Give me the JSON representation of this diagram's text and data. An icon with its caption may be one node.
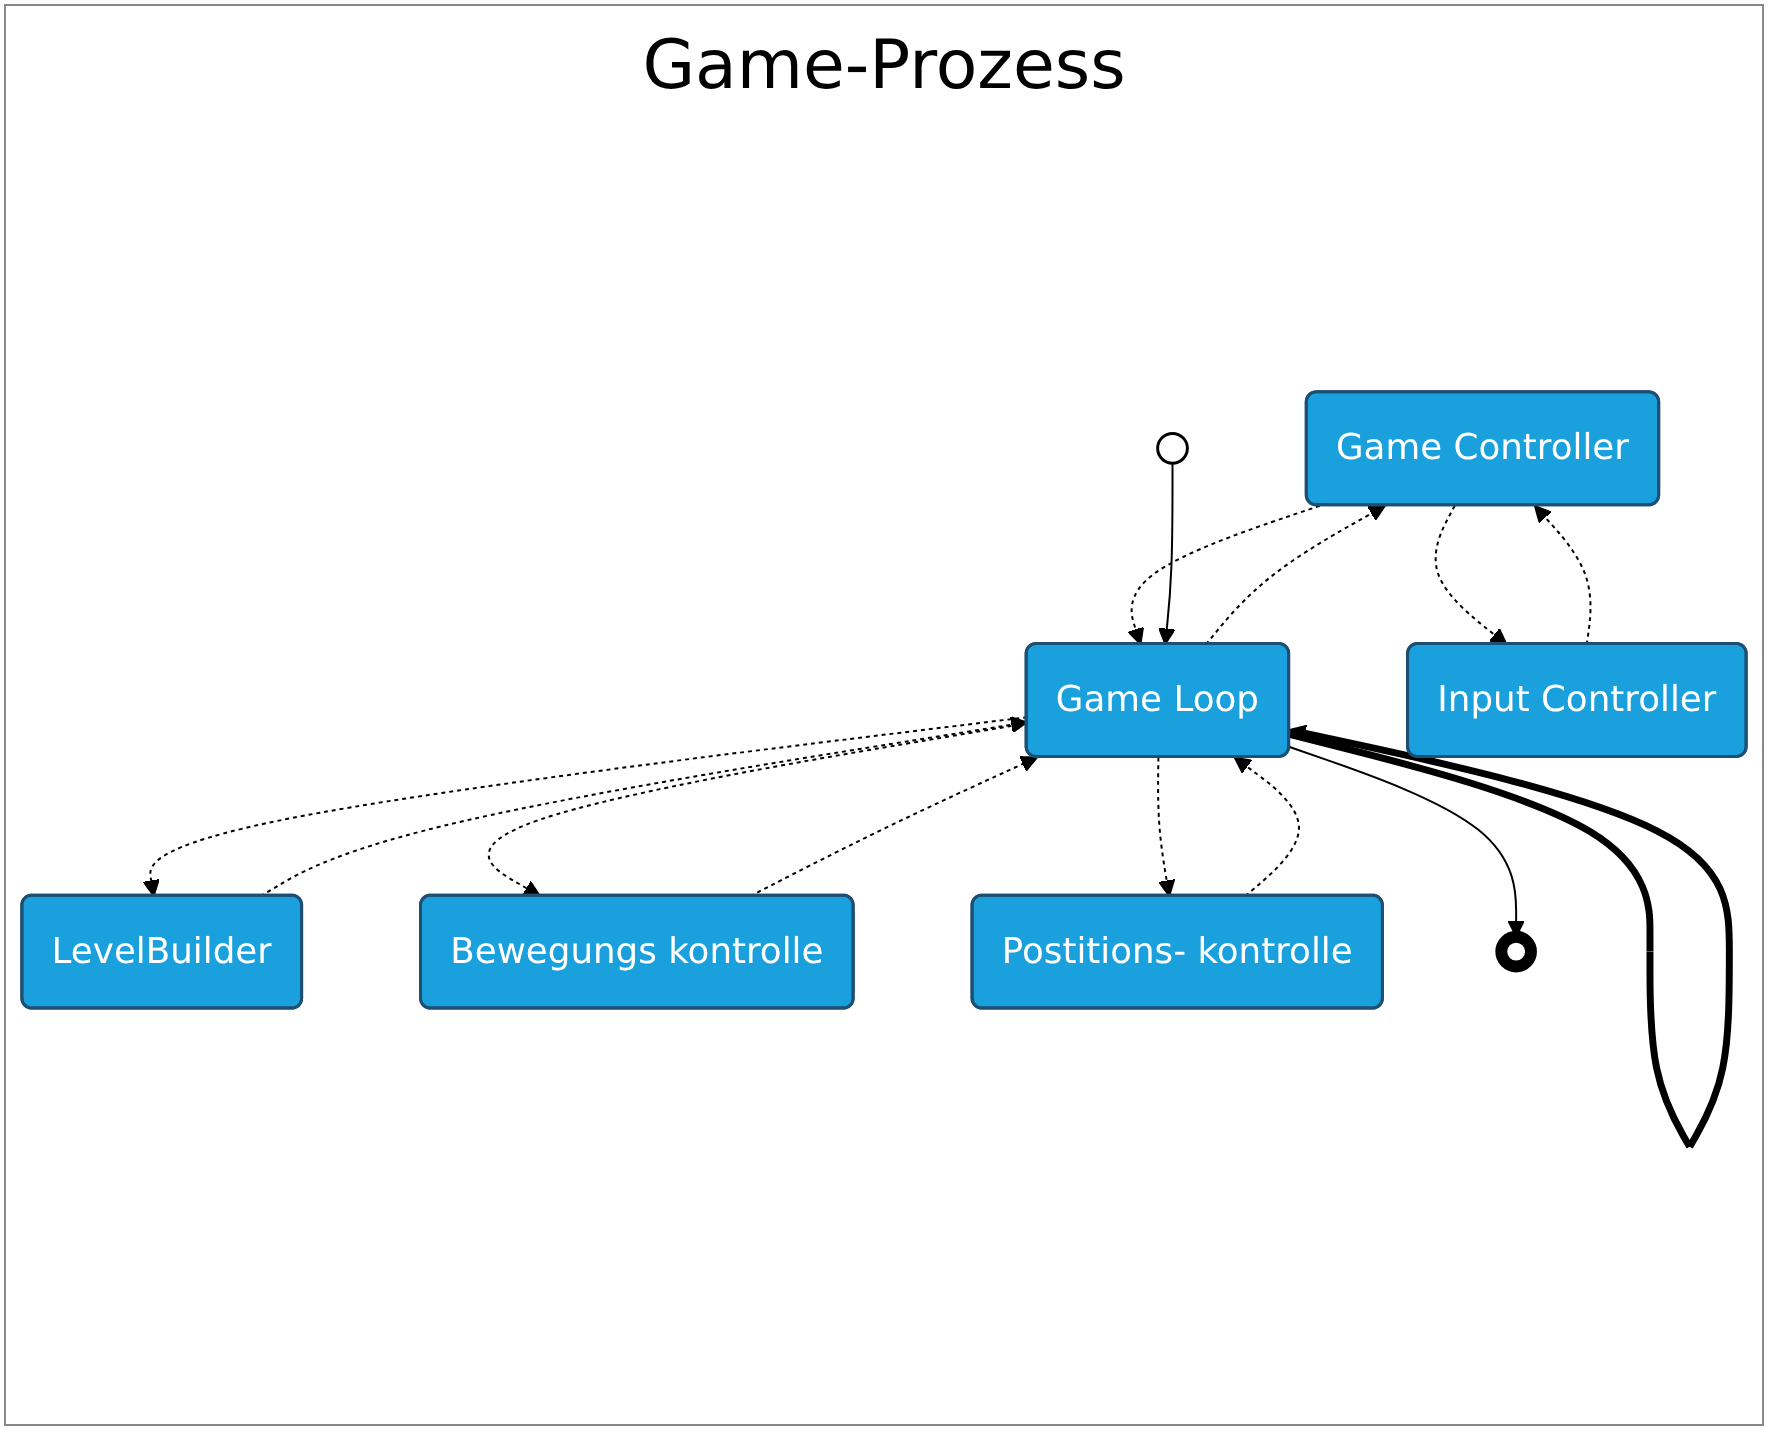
{
  "diagram": {
    "title": "Game-Prozess",
    "nodes": [
      {
        "text": [
          "Game Controller"
        ]
      },
      {
        "text": [
          "Input Controller"
        ]
      },
      {
        "text": [],
        "shape": "circle"
      },
      {
        "text": [
          "LevelBuilder"
        ]
      },
      {
        "text": [
          "Game Loop"
        ]
      },
      {
        "text": [
          "Bewegungs kontrolle"
        ]
      },
      {
        "text": [
          "Postitions- kontrolle"
        ]
      },
      {
        "text": [],
        "shape": "circle"
      }
    ],
    "edges": [
      {
        "from": 0,
        "to": 1,
        "arrow": "to",
        "style": "dashed"
      },
      {
        "from": 1,
        "to": 0,
        "arrow": "to",
        "style": "dashed"
      },
      {
        "from": 0,
        "to": 4,
        "arrow": "to",
        "style": "dashed"
      },
      {
        "from": 4,
        "to": 0,
        "arrow": "to",
        "style": "dashed"
      },
      {
        "from": 2,
        "to": 4,
        "arrow": "to"
      },
      {
        "from": 3,
        "to": 4,
        "arrow": "to",
        "style": "dashed"
      },
      {
        "from": 4,
        "to": 3,
        "arrow": "to",
        "style": "dashed"
      },
      {
        "from": 4,
        "to": 5,
        "arrow": "to",
        "style": "dashed"
      },
      {
        "from": 5,
        "to": 4,
        "arrow": "to",
        "style": "dashed"
      },
      {
        "from": 4,
        "to": 6,
        "arrow": "to",
        "style": "dashed"
      },
      {
        "from": 6,
        "to": 4,
        "arrow": "to",
        "style": "dashed"
      },
      {
        "from": 4,
        "to": 4,
        "arrow": "to",
        "style": "thick"
      },
      {
        "from": 4,
        "to": 7,
        "arrow": "to"
      }
    ]
  }
}
